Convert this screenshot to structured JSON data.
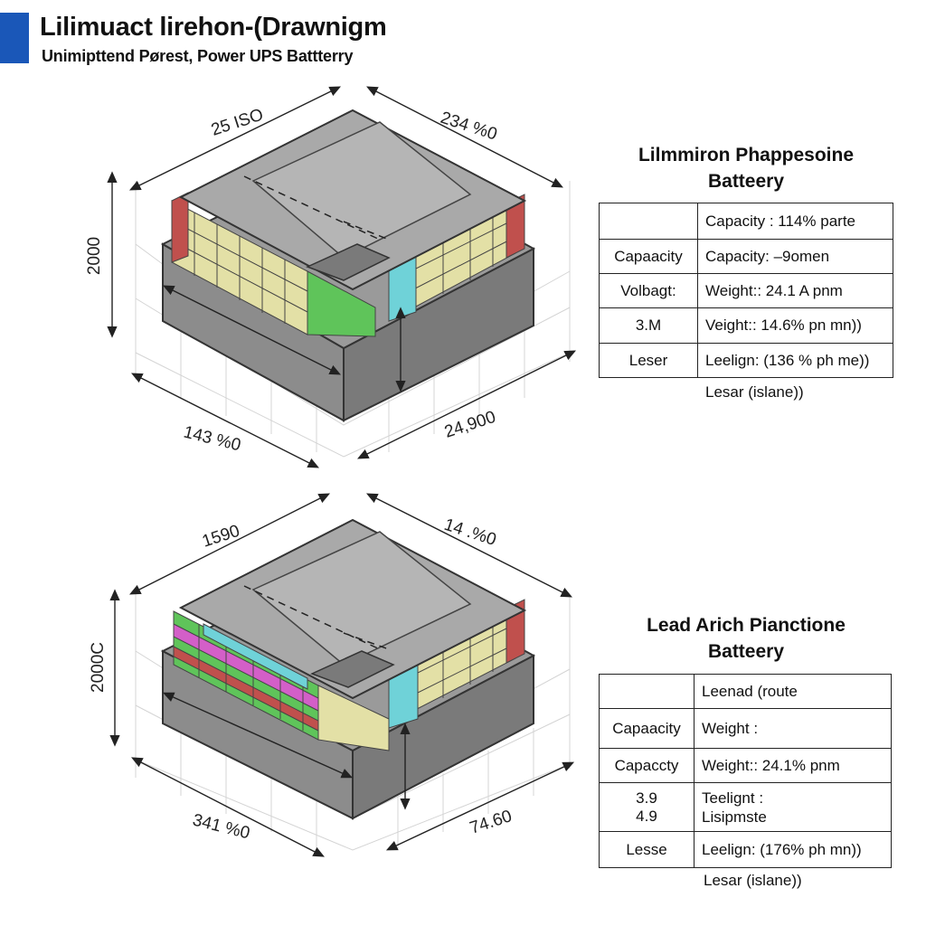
{
  "header": {
    "title": "Lilimuact lirehon-(Drawnigm",
    "subtitle": "Unimipttend Pørest, Power UPS Battterry",
    "accent_color": "#1a57b8"
  },
  "drawings": [
    {
      "dimensions": [
        "25 ISO",
        "234 %0",
        "2000",
        "143 %0",
        "24,900"
      ]
    },
    {
      "dimensions": [
        "1590",
        "14 .%0",
        "2000C",
        "341 %0",
        "74.60"
      ]
    }
  ],
  "panels": [
    {
      "title_lines": [
        "Lilmmiron Phappesoine",
        "Batteery"
      ],
      "rows": [
        {
          "label": "",
          "value": "Capacity : 114% parte"
        },
        {
          "label": "Capaacity",
          "value": "Capacity:  –9omen"
        },
        {
          "label": "Volbagt:",
          "value": "Weight::  24.1 A pnm"
        },
        {
          "label": "3.M",
          "value": "Veight::  14.6% pn mn))"
        },
        {
          "label": "Leser",
          "value": "Leelign:  (136 % ph me))"
        }
      ],
      "note": "Lesar (islane))"
    },
    {
      "title_lines": [
        "Lead Arich Pianctione",
        "Batteery"
      ],
      "rows": [
        {
          "label": "",
          "value": "Leenad (route"
        },
        {
          "label": "Capaacity",
          "value": "Weight :"
        },
        {
          "label": "Capaccty",
          "value": "Weight::  24.1% pnm"
        },
        {
          "label": "3.9\n4.9",
          "value": "Teelignt :\nLisipmste"
        },
        {
          "label": "Lesse",
          "value": "Leelign:  (176% ph mn))"
        }
      ],
      "note": "Lesar (islane))"
    }
  ],
  "colors": {
    "case": "#8c8c8c",
    "case_dark": "#6f6f6f",
    "lid": "#a9a9a9",
    "cell_yellow": "#e3e0a6",
    "cell_green": "#5fc45a",
    "cell_red": "#c0504d",
    "cell_magenta": "#d35fc8",
    "cell_cyan": "#6fd2d8"
  }
}
